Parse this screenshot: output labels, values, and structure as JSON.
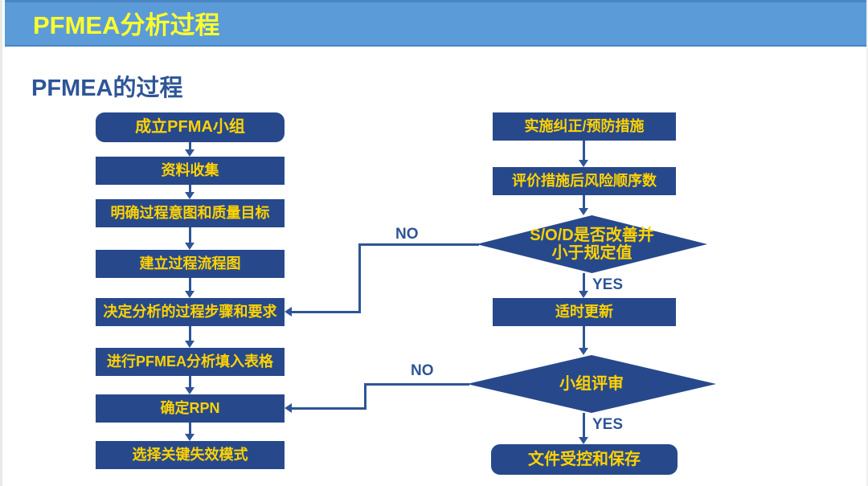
{
  "slide": {
    "header_title": "PFMEA分析过程",
    "subtitle": "PFMEA的过程",
    "colors": {
      "header_bar": "#5b9bd8",
      "header_text": "#ffff2b",
      "node_fill": "#27498c",
      "node_text": "#ffd200",
      "connector": "#2e5596",
      "subtitle_text": "#2e5596",
      "background": "#ffffff"
    }
  },
  "flow": {
    "left_column": [
      {
        "id": "form-team",
        "label": "成立PFMA小组",
        "shape": "rounded-rect"
      },
      {
        "id": "collect-data",
        "label": "资料收集",
        "shape": "rect"
      },
      {
        "id": "clarify-intent",
        "label": "明确过程意图和质量目标",
        "shape": "rect"
      },
      {
        "id": "build-flowchart",
        "label": "建立过程流程图",
        "shape": "rect"
      },
      {
        "id": "decide-steps",
        "label": "决定分析的过程步骤和要求",
        "shape": "rect"
      },
      {
        "id": "fill-table",
        "label": "进行PFMEA分析填入表格",
        "shape": "rect"
      },
      {
        "id": "determine-rpn",
        "label": "确定RPN",
        "shape": "rect"
      },
      {
        "id": "select-key-modes",
        "label": "选择关键失效模式",
        "shape": "rect"
      }
    ],
    "right_column": [
      {
        "id": "implement-actions",
        "label": "实施纠正/预防措施",
        "shape": "rect"
      },
      {
        "id": "evaluate-rpn",
        "label": "评价措施后风险顺序数",
        "shape": "rect"
      },
      {
        "id": "sod-check",
        "label": "S/O/D是否改善并\n小于规定值",
        "shape": "diamond"
      },
      {
        "id": "timely-update",
        "label": "适时更新",
        "shape": "rect"
      },
      {
        "id": "team-review",
        "label": "小组评审",
        "shape": "diamond"
      },
      {
        "id": "doc-control",
        "label": "文件受控和保存",
        "shape": "rounded-rect"
      }
    ],
    "edge_labels": {
      "no_top": "NO",
      "no_bottom": "NO",
      "yes_top": "YES",
      "yes_bottom": "YES"
    }
  }
}
